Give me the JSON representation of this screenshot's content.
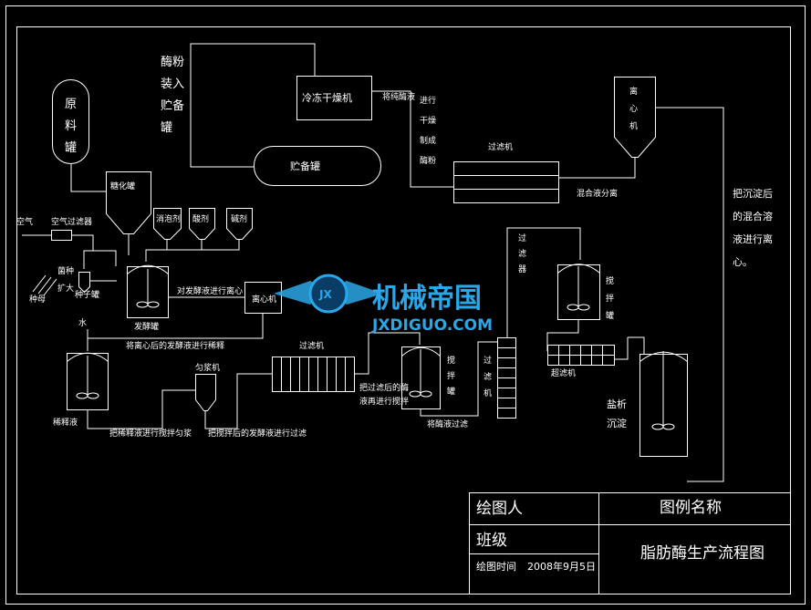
{
  "equipment": {
    "raw_tank": "原料罐",
    "saccharify_tank": "糖化罐",
    "defoamer": "消泡剂",
    "acid": "酸剂",
    "alkali": "碱剂",
    "ferment_tank": "发酵罐",
    "centrifuge_small": "离心机",
    "seed_tank": "种子罐",
    "dilution_tank": "稀释液",
    "homogenizer": "匀浆机",
    "filter_mid": "过滤机",
    "mixer_mid": "搅拌罐",
    "filter_right_label": "过滤器",
    "filter_right_v": "过滤机",
    "mixer_right": "搅拌罐",
    "ultrafilter": "超滤机",
    "salting_out": "盐析沉淀",
    "freeze_dryer": "冷冻干燥机",
    "storage_tank": "贮备罐",
    "filter_top": "过滤机",
    "centrifuge_top": "离心机"
  },
  "labels": {
    "air": "空气",
    "air_filter": "空气过滤器",
    "seed": "菌种",
    "expand": "扩大",
    "water": "水",
    "pack_enzyme": "酶粉装入贮备罐",
    "pure_enzyme": "将纯酶液",
    "dry_enzyme": "进行干燥制成酶粉",
    "mix_separate": "混合液分离",
    "sediment_note": "把沉淀后的混合溶液进行离心。",
    "centrifuge_ferment": "对发酵液进行离心",
    "dilute_after_centrifuge": "将离心后的发酵液进行稀释",
    "stir_homogenize": "把稀释液进行搅拌匀浆",
    "filter_after_stir": "把搅拌后的发酵液进行过滤",
    "stir_filtered_1": "把过滤后的酶",
    "stir_filtered_2": "液再进行搅拌",
    "filter_enzyme": "将酶液过滤"
  },
  "title_block": {
    "drawer_label": "绘图人",
    "class_label": "班级",
    "date_label": "绘图时间",
    "date_value": "2008年9月5日",
    "legend_label": "图例名称",
    "drawing_name": "脂肪酶生产流程图"
  },
  "watermark": {
    "cn": "机械帝国",
    "en": "JXDIGUO.COM",
    "badge": "JX"
  }
}
